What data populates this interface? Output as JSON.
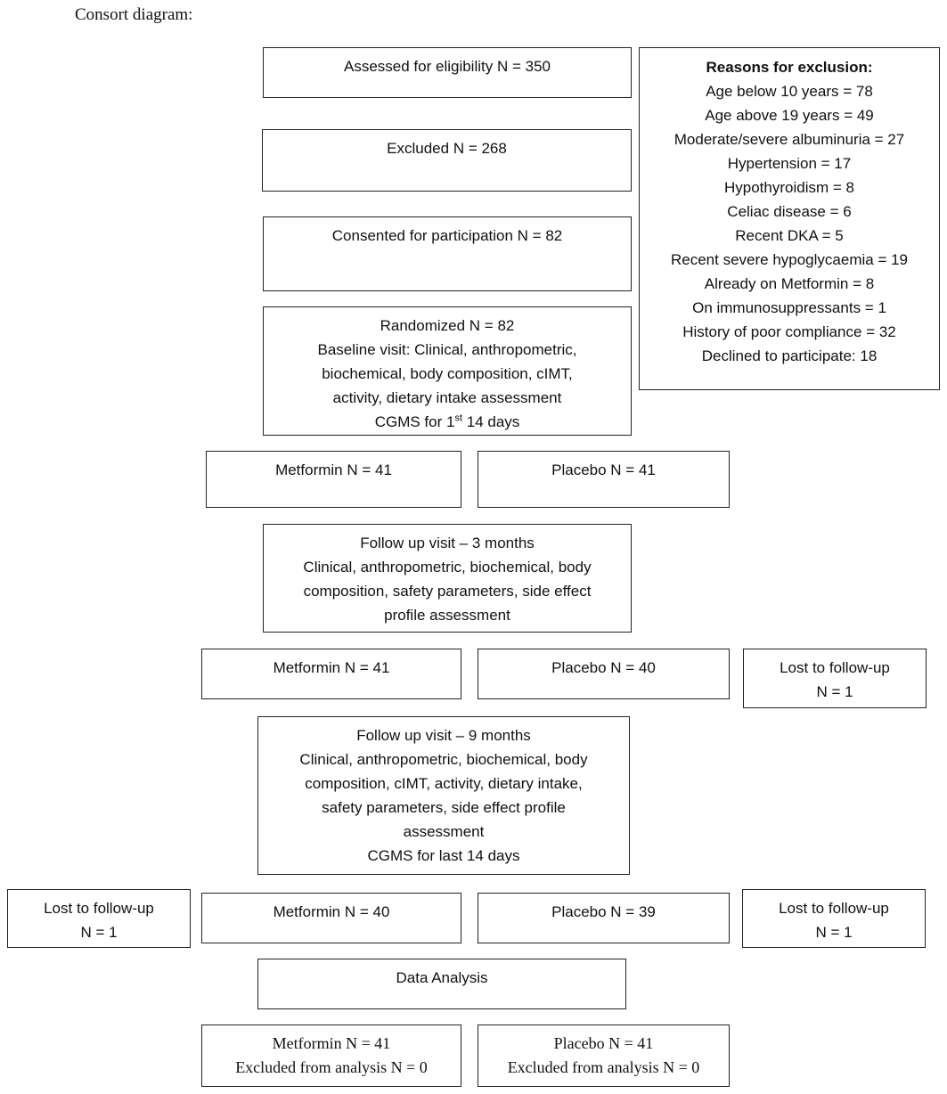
{
  "heading": "Consort diagram:",
  "assessed": "Assessed for eligibility N = 350",
  "excluded": "Excluded N = 268",
  "consented": "Consented for participation N = 82",
  "randomized": {
    "l1": "Randomized N = 82",
    "l2": "Baseline visit: Clinical, anthropometric,",
    "l3": "biochemical, body composition, cIMT,",
    "l4": "activity, dietary intake assessment",
    "l5a": "CGMS for 1",
    "l5sup": "st",
    "l5b": " 14 days"
  },
  "reasons": {
    "title": "Reasons for exclusion:",
    "items": [
      "Age below 10 years = 78",
      "Age above 19 years = 49",
      "Moderate/severe albuminuria = 27",
      "Hypertension = 17",
      "Hypothyroidism = 8",
      "Celiac disease = 6",
      "Recent DKA = 5",
      "Recent severe hypoglycaemia = 19",
      "Already on Metformin = 8",
      "On immunosuppressants = 1",
      "History of poor compliance = 32",
      "Declined to participate: 18"
    ]
  },
  "row1": {
    "metformin": "Metformin N = 41",
    "placebo": "Placebo N = 41"
  },
  "fu3": {
    "l1": "Follow up visit – 3 months",
    "l2": "Clinical, anthropometric, biochemical, body",
    "l3": "composition, safety parameters, side effect",
    "l4": "profile assessment"
  },
  "row2": {
    "metformin": "Metformin N = 41",
    "placebo": "Placebo N = 40",
    "lost_l1": "Lost to follow-up",
    "lost_l2": "N = 1"
  },
  "fu9": {
    "l1": "Follow up visit – 9 months",
    "l2": "Clinical, anthropometric, biochemical, body",
    "l3": "composition, cIMT, activity, dietary intake,",
    "l4": "safety parameters, side effect profile",
    "l5": "assessment",
    "l6": "CGMS for last 14 days"
  },
  "row3": {
    "lost_left_l1": "Lost to follow-up",
    "lost_left_l2": "N = 1",
    "metformin": "Metformin N = 40",
    "placebo": "Placebo N = 39",
    "lost_right_l1": "Lost to follow-up",
    "lost_right_l2": "N = 1"
  },
  "analysis": "Data Analysis",
  "final": {
    "metformin_l1": "Metformin N = 41",
    "metformin_l2": "Excluded from analysis N = 0",
    "placebo_l1": "Placebo N = 41",
    "placebo_l2": "Excluded from analysis N = 0"
  }
}
